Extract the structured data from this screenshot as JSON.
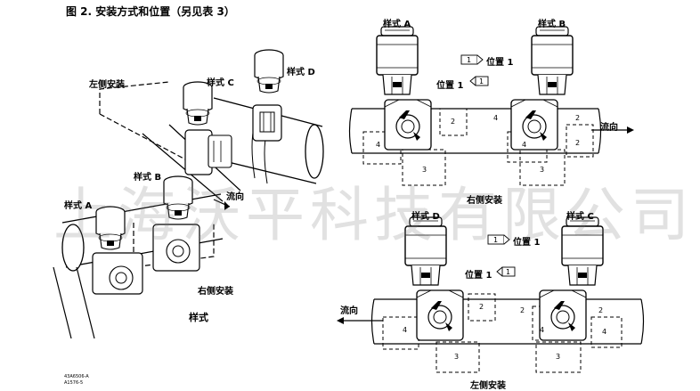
{
  "figure": {
    "title": "图 2. 安装方式和位置（另见表 3）",
    "watermark": "上海沃平科技有限公司",
    "codes": [
      "43A6506-A",
      "A1576-5"
    ]
  },
  "iso_view": {
    "caption": "样式",
    "style_a": "样式 A",
    "style_b": "样式 B",
    "style_c": "样式 C",
    "style_d": "样式 D",
    "left_mount": "左侧安装",
    "right_mount": "右侧安装",
    "flow": "流向"
  },
  "top_view": {
    "style_left": "样式 A",
    "style_right": "样式 B",
    "pos1_right": "位置 1",
    "pos1_left": "位置 1",
    "flow": "流向",
    "mount": "右侧安装",
    "tag1": "1",
    "n2a": "2",
    "n2b": "2",
    "n2c": "2",
    "n3a": "3",
    "n3b": "3",
    "n4a": "4",
    "n4b": "4",
    "n4c": "4"
  },
  "bottom_view": {
    "style_left": "样式 D",
    "style_right": "样式 C",
    "pos1_right": "位置 1",
    "pos1_left": "位置 1",
    "flow": "流向",
    "mount": "左侧安装",
    "tag1": "1",
    "n2a": "2",
    "n2b": "2",
    "n2c": "2",
    "n3a": "3",
    "n3b": "3",
    "n4a": "4",
    "n4b": "4",
    "n4c": "4"
  }
}
